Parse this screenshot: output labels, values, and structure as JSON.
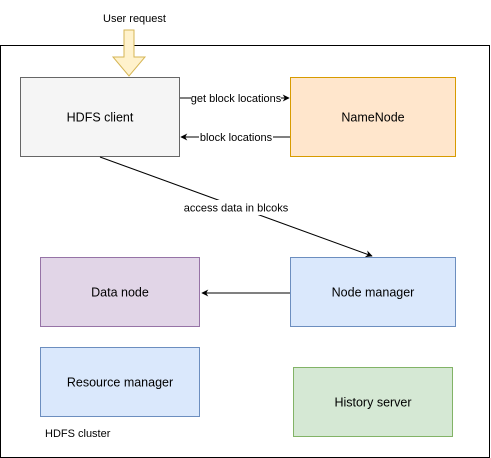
{
  "request": {
    "label": "User request",
    "fill": "#fff2cc",
    "stroke": "#d6b656"
  },
  "cluster": {
    "label": "HDFS cluster",
    "stroke": "#000000"
  },
  "nodes": {
    "hdfs_client": {
      "label": "HDFS client",
      "fill": "#f5f5f5",
      "stroke": "#666666"
    },
    "namenode": {
      "label": "NameNode",
      "fill": "#ffe6cc",
      "stroke": "#d79b00"
    },
    "data_node": {
      "label": "Data node",
      "fill": "#e1d5e7",
      "stroke": "#9673a6"
    },
    "node_manager": {
      "label": "Node manager",
      "fill": "#dae8fc",
      "stroke": "#6c8ebf"
    },
    "resource_manager": {
      "label": "Resource manager",
      "fill": "#dae8fc",
      "stroke": "#6c8ebf"
    },
    "history_server": {
      "label": "History server",
      "fill": "#d5e8d4",
      "stroke": "#82b366"
    }
  },
  "edges": {
    "get_block_locations": {
      "label": "get block locations"
    },
    "block_locations": {
      "label": "block locations"
    },
    "access_data": {
      "label": "access data in blcoks"
    }
  }
}
